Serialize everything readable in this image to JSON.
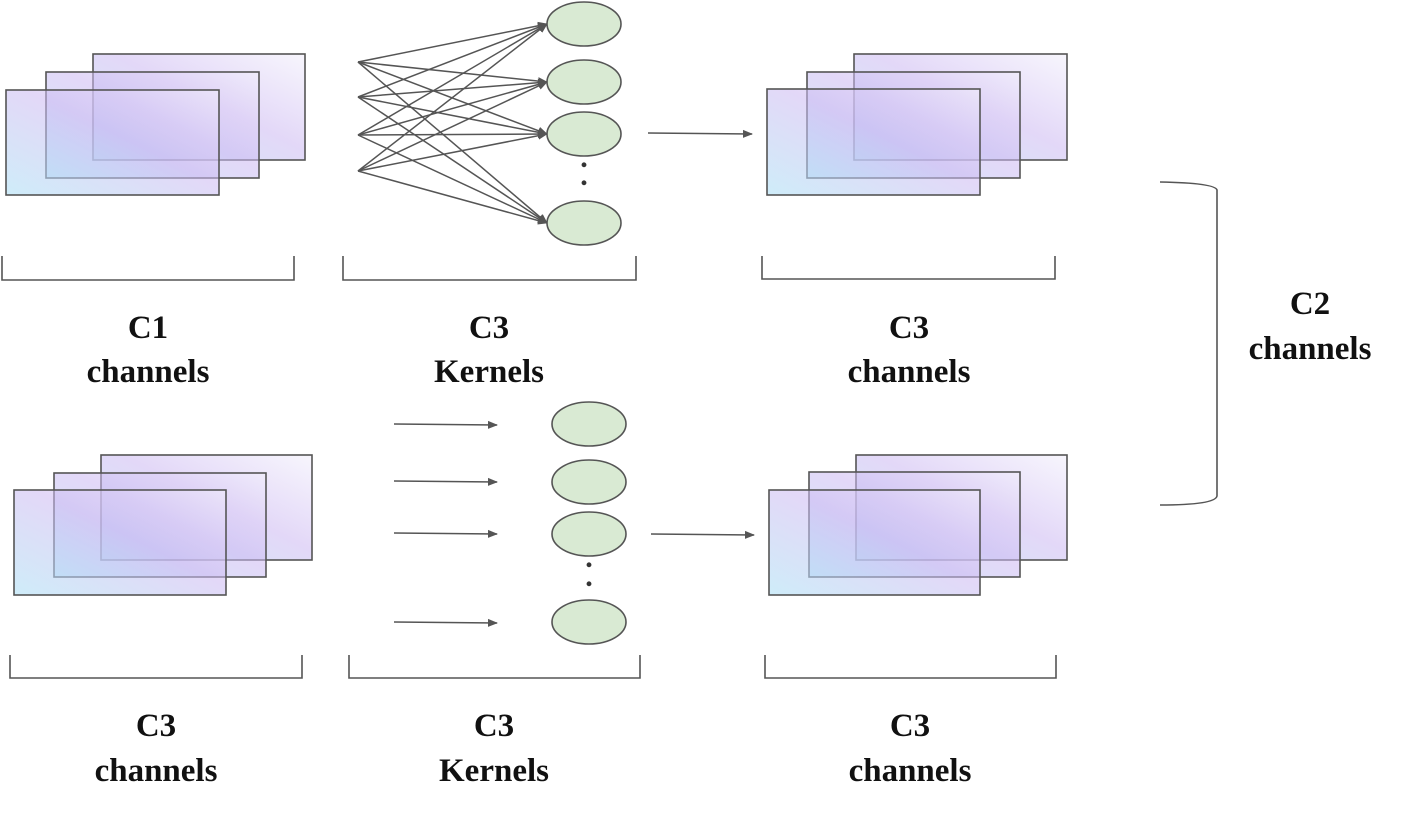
{
  "labels": {
    "top_input_count": "C1",
    "top_input_unit": "channels",
    "top_kernels_count": "C3",
    "top_kernels_unit": "Kernels",
    "top_output_count": "C3",
    "top_output_unit": "channels",
    "bottom_input_count": "C3",
    "bottom_input_unit": "channels",
    "bottom_kernels_count": "C3",
    "bottom_kernels_unit": "Kernels",
    "bottom_output_count": "C3",
    "bottom_output_unit": "channels",
    "total_count": "C2",
    "total_unit": "channels"
  },
  "ellipsis": ".",
  "colors": {
    "feature_map_gradient": [
      "#aee0f5",
      "#ccb8f2",
      "#f1eefb"
    ],
    "kernel_node": "#d9ead3",
    "stroke": "#555555",
    "text": "#111111"
  }
}
